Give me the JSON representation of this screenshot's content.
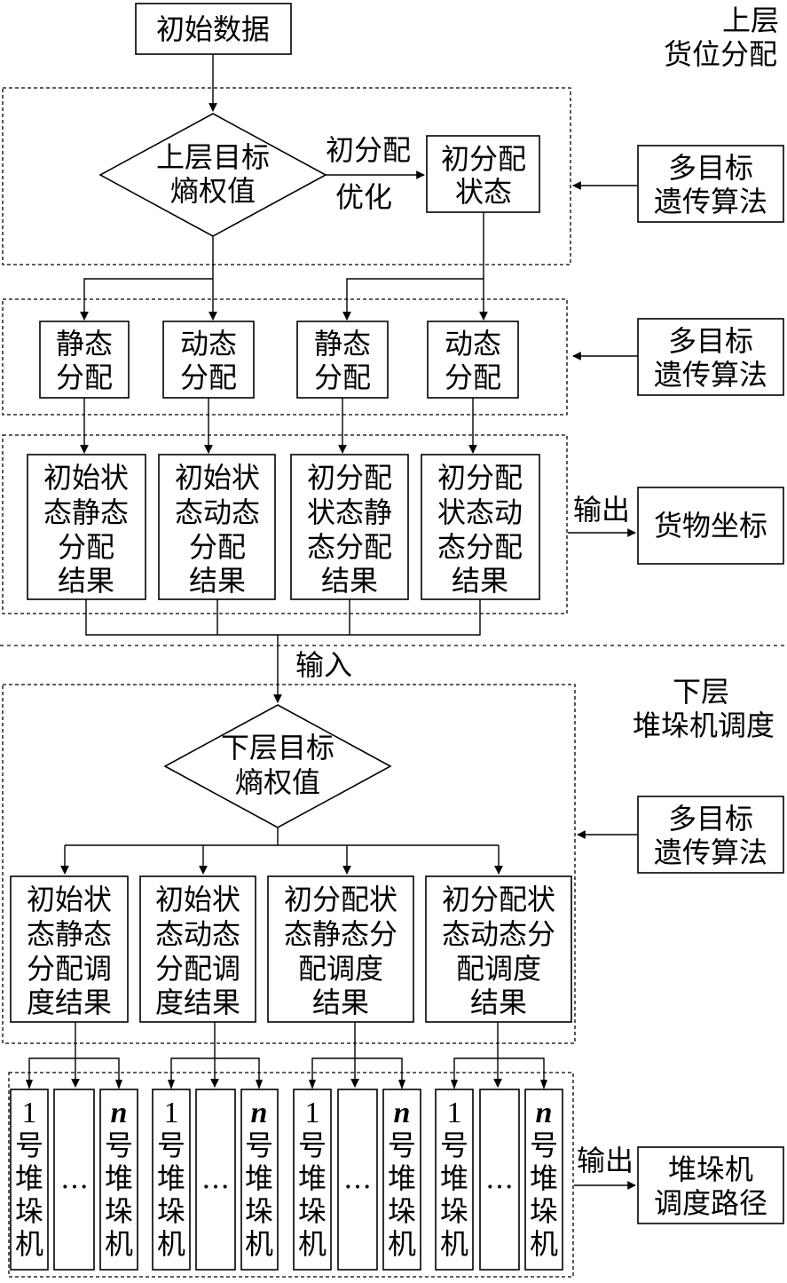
{
  "upper": {
    "start_label": "初始数据",
    "section_title": [
      "上层",
      "货位分配"
    ],
    "objective": [
      "上层目标",
      "熵权值"
    ],
    "arrow_top": "初分配",
    "arrow_bottom": "优化",
    "initial_state": [
      "初分配",
      "状态"
    ],
    "algorithm_1": [
      "多目标",
      "遗传算法"
    ],
    "algorithm_2": [
      "多目标",
      "遗传算法"
    ],
    "alloc_boxes": [
      [
        "静态",
        "分配"
      ],
      [
        "动态",
        "分配"
      ],
      [
        "静态",
        "分配"
      ],
      [
        "动态",
        "分配"
      ]
    ],
    "result_boxes": [
      [
        "初始状",
        "态静态",
        "分配",
        "结果"
      ],
      [
        "初始状",
        "态动态",
        "分配",
        "结果"
      ],
      [
        "初分配",
        "状态静",
        "态分配",
        "结果"
      ],
      [
        "初分配",
        "状态动",
        "态分配",
        "结果"
      ]
    ],
    "output_label": "输出",
    "output_box": "货物坐标"
  },
  "connector": {
    "input_label": "输入"
  },
  "lower": {
    "section_title": [
      "下层",
      "堆垛机调度"
    ],
    "objective": [
      "下层目标",
      "熵权值"
    ],
    "algorithm": [
      "多目标",
      "遗传算法"
    ],
    "schedule_boxes": [
      [
        "初始状",
        "态静态",
        "分配调",
        "度结果"
      ],
      [
        "初始状",
        "态动态",
        "分配调",
        "度结果"
      ],
      [
        "初分配状",
        "态静态分",
        "配调度",
        "结果"
      ],
      [
        "初分配状",
        "态动态分",
        "配调度",
        "结果"
      ]
    ],
    "stacker_first": [
      "1",
      "号",
      "堆",
      "垛",
      "机"
    ],
    "stacker_last": [
      "n",
      "号",
      "堆",
      "垛",
      "机"
    ],
    "ellipsis": "…",
    "output_label": "输出",
    "output_box": [
      "堆垛机",
      "调度路径"
    ]
  }
}
